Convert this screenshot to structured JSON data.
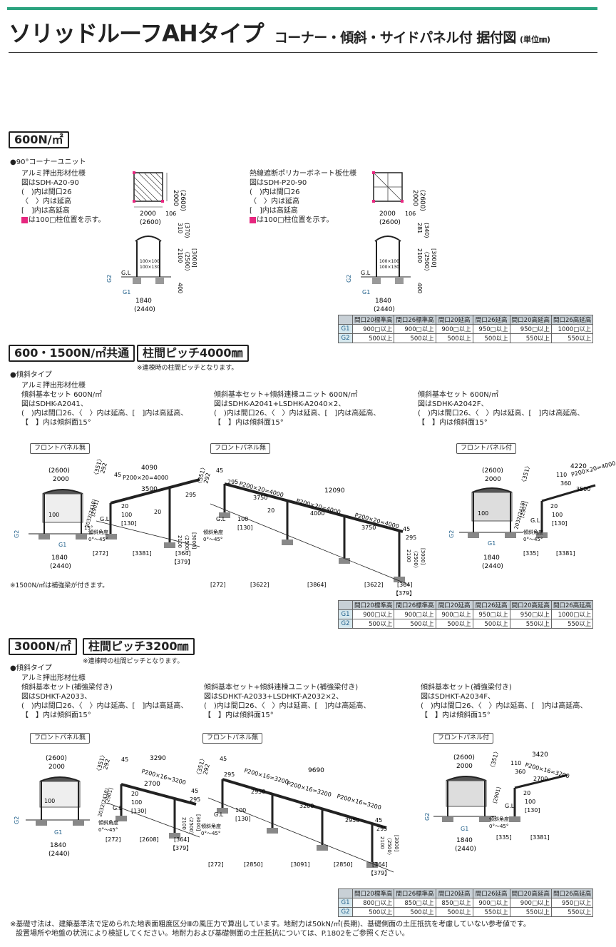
{
  "header": {
    "title": "ソリッドルーフAHタイプ",
    "subtitle": "コーナー・傾斜・サイドパネル付 据付図",
    "unit": "(単位㎜)"
  },
  "sec1": {
    "load": "600N/㎡",
    "type": "●90°コーナーユニット",
    "spec_a": [
      "アルミ押出形材仕様",
      "図はSDH-A20-90",
      "(　)内は間口26",
      "〈　〉内は延高",
      "[　]内は高延高",
      "は100□柱位置を示す。"
    ],
    "spec_b": [
      "熱線遮断ポリカーボネート板仕様",
      "図はSDH-P20-90",
      "(　)内は間口26",
      "〈　〉内は延高",
      "[　]内は高延高",
      "は100□柱位置を示す。"
    ],
    "dims_a": {
      "w": "2000",
      "w26": "(2600)",
      "d": "2000",
      "d26": "(2600)",
      "gap": "106",
      "g2": "G2",
      "gl": "G.L",
      "g1": "G1",
      "post1": "100×100",
      "post2": "100×130",
      "spread": "1840",
      "spread26": "(2440)",
      "h1": "310",
      "h1b": "(370)",
      "h": "2100",
      "hb": "〈2500〉",
      "hc": "[3000]",
      "base": "400"
    },
    "dims_b": {
      "h1": "281",
      "h1b": "(340)"
    },
    "table": {
      "headers": [
        "",
        "間口20標準高",
        "間口26標準高",
        "間口20延高",
        "間口26延高",
        "間口20高延高",
        "間口26高延高"
      ],
      "rows": [
        [
          "G1",
          "900□以上",
          "900□以上",
          "900□以上",
          "950□以上",
          "950□以上",
          "1000□以上"
        ],
        [
          "G2",
          "500以上",
          "500以上",
          "500以上",
          "500以上",
          "550以上",
          "550以上"
        ]
      ]
    }
  },
  "sec2": {
    "load": "600・1500N/㎡共通",
    "pitch": "柱間ピッチ4000㎜",
    "pitch_note": "※連棟時の柱間ピッチとなります。",
    "type": "●傾斜タイプ",
    "spec_a": [
      "アルミ押出形材仕様",
      "傾斜基本セット 600N/㎡",
      "図はSDHK-A2041、",
      "(　)内は間口26、〈　〉内は延高、[　]内は高延高、",
      "【　】内は傾斜面15°"
    ],
    "spec_b": [
      "傾斜基本セット+傾斜連棟ユニット 600N/㎡",
      "図はSDHK-A2041+LSDHK-A2040×2、",
      "(　)内は間口26、〈　〉内は延高、[　]内は高延高、",
      "【　】内は傾斜面15°"
    ],
    "spec_c": [
      "傾斜基本セット 600N/㎡",
      "図はSDHK-A2042F、",
      "(　)内は間口26、〈　〉内は延高、[　]内は高延高、",
      "【　】内は傾斜面15°"
    ],
    "panel_a": "フロントパネル無",
    "panel_b": "フロントパネル無",
    "panel_c": "フロントパネル付",
    "note": "※1500N/㎡は補強梁が付きます。",
    "dims": {
      "w26": "(2600)",
      "w": "2000",
      "len_a": "4090",
      "pitch_a": "P200×20=4000",
      "a3500": "3500",
      "d45": "45",
      "d295": "295",
      "d351": "〈351〉",
      "d292": "292",
      "d20": "20",
      "d100": "100",
      "d130": "[130]",
      "gl": "G.L",
      "angle": "傾斜角度",
      "angle_v": "0°〜45°",
      "g1": "G1",
      "g2": "G2",
      "spread": "1840",
      "spread26": "(2440)",
      "b272": "[272]",
      "b3381": "[3381]",
      "b364": "[364]",
      "b379": "【379】",
      "len_b": "12090",
      "b3750": "3750",
      "b4000": "4000",
      "b3622": "[3622]",
      "b3864": "[3864]",
      "h2100": "2100",
      "h2500": "〈2500〉",
      "h3000": "[3000]",
      "c4220": "4220",
      "c110": "110",
      "c360": "360",
      "c3500": "3500",
      "c335": "[335]",
      "side_h": "2032(2418)",
      "side_h2": "[2901]",
      "slope15": "15°",
      "pitch_c": "P200×20=4000"
    },
    "table": {
      "headers": [
        "",
        "間口20標準高",
        "間口26標準高",
        "間口20延高",
        "間口26延高",
        "間口20高延高",
        "間口26高延高"
      ],
      "rows": [
        [
          "G1",
          "900□以上",
          "900□以上",
          "900□以上",
          "950□以上",
          "950□以上",
          "1000□以上"
        ],
        [
          "G2",
          "500以上",
          "500以上",
          "500以上",
          "500以上",
          "550以上",
          "550以上"
        ]
      ]
    }
  },
  "sec3": {
    "load": "3000N/㎡",
    "pitch": "柱間ピッチ3200㎜",
    "pitch_note": "※連棟時の柱間ピッチとなります。",
    "type": "●傾斜タイプ",
    "spec_a": [
      "アルミ押出形材仕様",
      "傾斜基本セット(補強梁付き)",
      "図はSDHKT-A2033、",
      "(　)内は間口26、〈　〉内は延高、[　]内は高延高、",
      "【　】内は傾斜面15°"
    ],
    "spec_b": [
      "傾斜基本セット+傾斜連棟ユニット(補強梁付き)",
      "図はSDHKT-A2033+LSDHKT-A2032×2、",
      "(　)内は間口26、〈　〉内は延高、[　]内は高延高、",
      "【　】内は傾斜面15°"
    ],
    "spec_c": [
      "傾斜基本セット(補強梁付き)",
      "図はSDHKT-A2034F、",
      "(　)内は間口26、〈　〉内は延高、[　]内は高延高、",
      "【　】内は傾斜面15°"
    ],
    "panel_a": "フロントパネル無",
    "panel_b": "フロントパネル無",
    "panel_c": "フロントパネル付",
    "dims": {
      "len_a": "3290",
      "pitch_a": "P200×16=3200",
      "a2700": "2700",
      "b2608": "[2608]",
      "len_b": "9690",
      "b2950": "2950",
      "b3200": "3200",
      "b2850": "[2850]",
      "b3091": "[3091]",
      "c3420": "3420",
      "c2700": "2700"
    },
    "table": {
      "headers": [
        "",
        "間口20標準高",
        "間口26標準高",
        "間口20延高",
        "間口26延高",
        "間口20高延高",
        "間口26高延高"
      ],
      "rows": [
        [
          "G1",
          "800□以上",
          "850□以上",
          "850□以上",
          "900□以上",
          "900□以上",
          "950□以上"
        ],
        [
          "G2",
          "500以上",
          "500以上",
          "500以上",
          "550以上",
          "550以上",
          "550以上"
        ]
      ]
    }
  },
  "footnotes": [
    "※基礎寸法は、建築基準法で定められた地表面粗度区分Ⅲの風圧力で算出しています。地耐力は50kN/㎡(長期)、基礎側面の土圧抵抗を考慮していない参考値です。",
    "設置場所や地盤の状況により検証してください。地耐力および基礎側面の土圧抵抗については、P.1802をご参照ください。"
  ]
}
